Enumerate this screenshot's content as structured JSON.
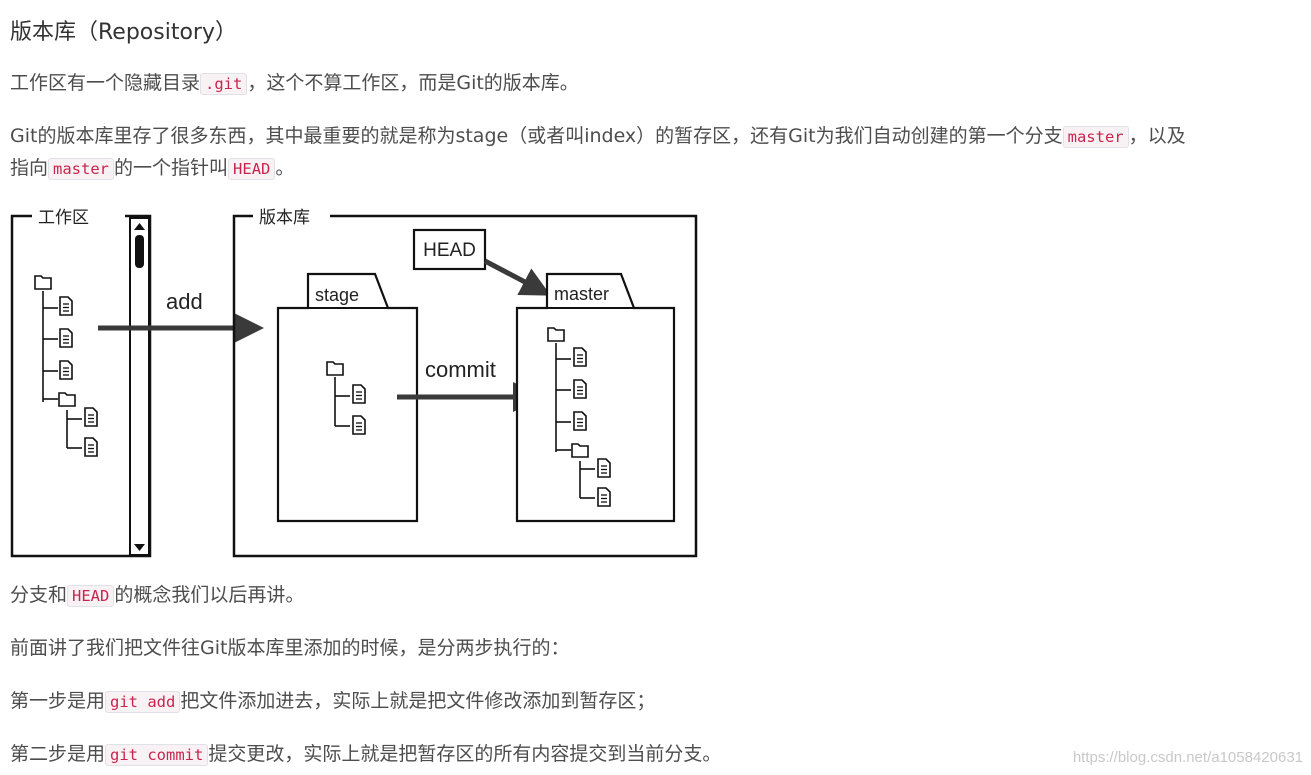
{
  "heading": "版本库（Repository）",
  "p1": {
    "a": "工作区有一个隐藏目录",
    "code": ".git",
    "b": "，这个不算工作区，而是Git的版本库。"
  },
  "p2": {
    "a": "Git的版本库里存了很多东西，其中最重要的就是称为stage（或者叫index）的暂存区，还有Git为我们自动创建的第一个分支",
    "code1": "master",
    "b": "，以及",
    "c": "指向",
    "code2": "master",
    "d": "的一个指针叫",
    "code3": "HEAD",
    "e": "。"
  },
  "diagram": {
    "workspace_label": "工作区",
    "repo_label": "版本库",
    "stage_label": "stage",
    "master_label": "master",
    "head_label": "HEAD",
    "add_label": "add",
    "commit_label": "commit"
  },
  "p3": {
    "a": "分支和",
    "code": "HEAD",
    "b": "的概念我们以后再讲。"
  },
  "p4": {
    "a": "前面讲了我们把文件往Git版本库里添加的时候，是分两步执行的："
  },
  "p5": {
    "a": "第一步是用",
    "code": "git add",
    "b": "把文件添加进去，实际上就是把文件修改添加到暂存区；"
  },
  "p6": {
    "a": "第二步是用",
    "code": "git commit",
    "b": "提交更改，实际上就是把暂存区的所有内容提交到当前分支。"
  },
  "watermark": "https://blog.csdn.net/a1058420631"
}
